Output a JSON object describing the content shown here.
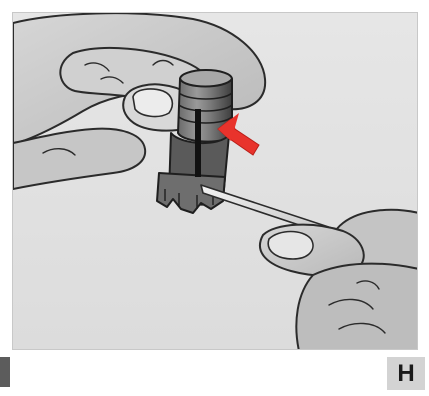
{
  "figure": {
    "step_label": "H",
    "colors": {
      "background": "#e1e1e1",
      "skin_fill": "#cfcfcf",
      "outline": "#2b2b2b",
      "device_dark": "#4a4a4a",
      "device_light": "#8a8a8a",
      "arrow": "#e8332c",
      "label_bg": "#d3d3d3",
      "tab_bar": "#5c5c5c"
    },
    "icons": [
      "upper-hand-illustration",
      "lower-hand-illustration",
      "cylinder-device",
      "red-pointer-arrow",
      "thin-tool-strip"
    ]
  }
}
